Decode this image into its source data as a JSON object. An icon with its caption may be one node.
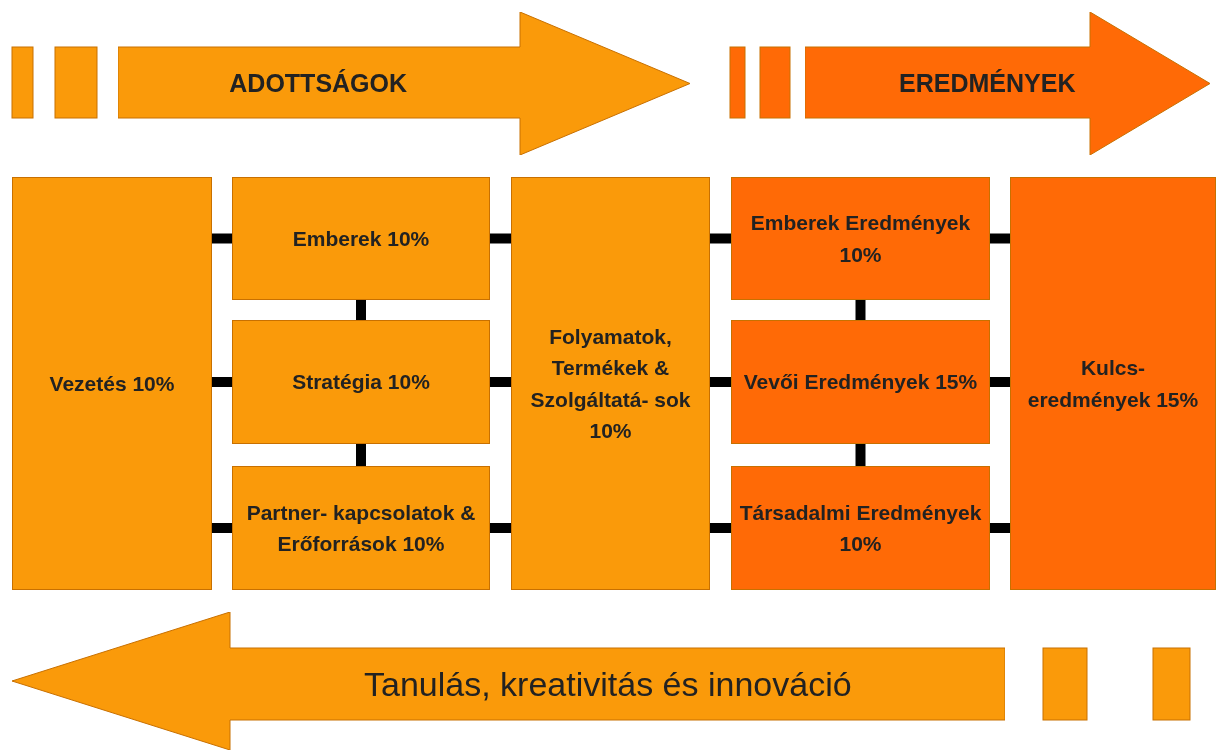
{
  "diagram": {
    "nodes": [
      {
        "text": [
          "ADOTTSÁGOK"
        ]
      },
      {
        "text": [
          "EREDMÉNYEK"
        ]
      },
      {
        "text": [
          "Vezetés 10%"
        ]
      },
      {
        "text": [
          "Emberek 10%"
        ]
      },
      {
        "text": [
          "Stratégia 10%"
        ]
      },
      {
        "text": [
          "Partner- kapcsolatok & Erőforrások 10%"
        ]
      },
      {
        "text": [
          "Folyamatok, Termékek & Szolgáltatá- sok 10%"
        ]
      },
      {
        "text": [
          "Emberek Eredmények 10%"
        ]
      },
      {
        "text": [
          "Vevői Eredmények 15%"
        ]
      },
      {
        "text": [
          "Társadalmi Eredmények 10%"
        ]
      },
      {
        "text": [
          "Kulcs- eredmények 15%"
        ]
      },
      {
        "text": [
          "Tanulás, kreativitás és innováció"
        ]
      }
    ],
    "edges": [
      {
        "from": 2,
        "to": 3,
        "arrow": "none"
      },
      {
        "from": 2,
        "to": 4,
        "arrow": "none"
      },
      {
        "from": 2,
        "to": 5,
        "arrow": "none"
      },
      {
        "from": 3,
        "to": 4,
        "arrow": "none"
      },
      {
        "from": 4,
        "to": 5,
        "arrow": "none"
      },
      {
        "from": 3,
        "to": 6,
        "arrow": "none"
      },
      {
        "from": 4,
        "to": 6,
        "arrow": "none"
      },
      {
        "from": 5,
        "to": 6,
        "arrow": "none"
      },
      {
        "from": 6,
        "to": 7,
        "arrow": "none"
      },
      {
        "from": 6,
        "to": 8,
        "arrow": "none"
      },
      {
        "from": 6,
        "to": 9,
        "arrow": "none"
      },
      {
        "from": 7,
        "to": 8,
        "arrow": "none"
      },
      {
        "from": 8,
        "to": 9,
        "arrow": "none"
      },
      {
        "from": 7,
        "to": 10,
        "arrow": "none"
      },
      {
        "from": 8,
        "to": 10,
        "arrow": "none"
      },
      {
        "from": 9,
        "to": 10,
        "arrow": "none"
      }
    ]
  }
}
